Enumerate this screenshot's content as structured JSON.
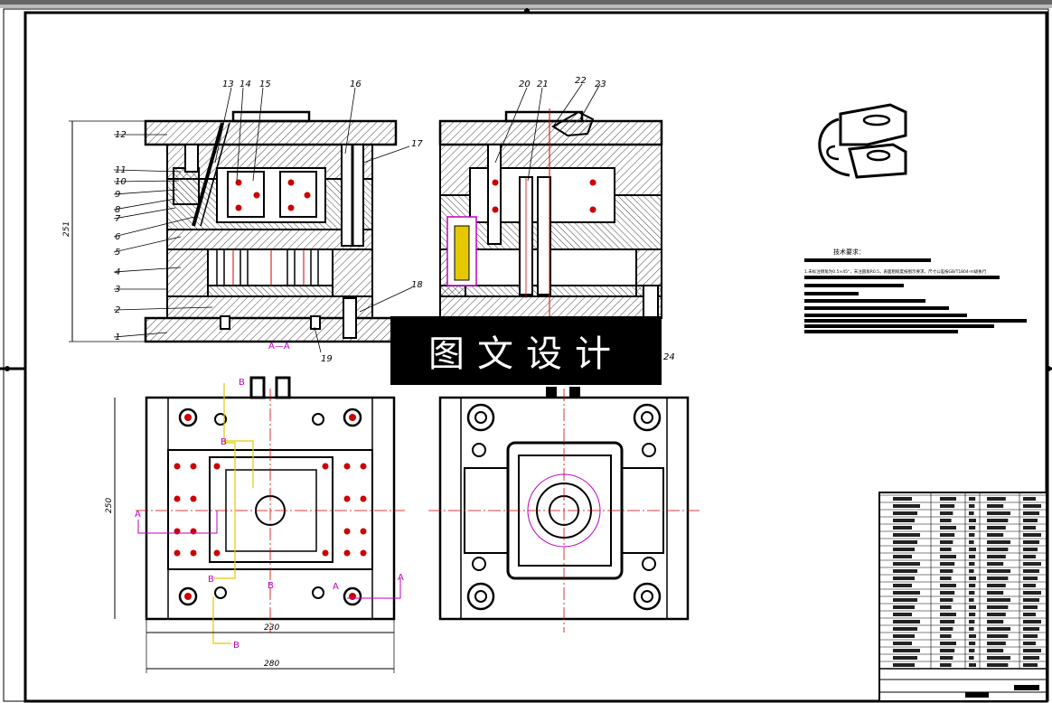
{
  "part_labels": [
    "1",
    "2",
    "3",
    "4",
    "5",
    "6",
    "7",
    "8",
    "9",
    "10",
    "11",
    "12",
    "13",
    "14",
    "15",
    "16",
    "17",
    "18",
    "19",
    "20",
    "21",
    "22",
    "23",
    "24"
  ],
  "section_labels": {
    "aa": "A—A",
    "a": "A",
    "b": "B"
  },
  "dimensions": {
    "height_main": "251",
    "height_plan": "250",
    "width_inner": "230",
    "width_outer": "280"
  },
  "watermark": "图文设计",
  "tech_requirements": {
    "title": "技术要求：",
    "line1": "1.未标注倒角为0.5×45°，未注圆角R0.5，表面粗糙度按图示要求，尺寸公差按GB/T1804-m级执行"
  },
  "colors": {
    "line": "#000000",
    "hatch": "#555555",
    "center": "#d40000",
    "section": "#c000c0",
    "highlight": "#e6c800"
  }
}
